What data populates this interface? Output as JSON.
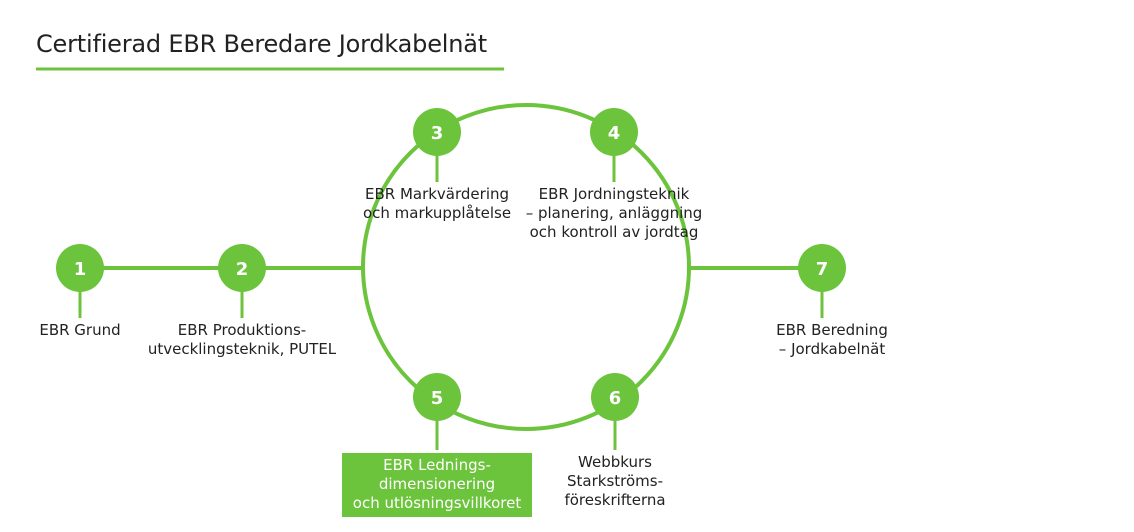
{
  "title": "Certifierad EBR Beredare Jordkabelnät",
  "colors": {
    "accent": "#6cc33c",
    "text": "#222222",
    "node_text": "#ffffff",
    "background": "#ffffff"
  },
  "steps": [
    {
      "number": "1",
      "lines": [
        "EBR Grund"
      ]
    },
    {
      "number": "2",
      "lines": [
        "EBR Produktions-",
        "utvecklingsteknik, PUTEL"
      ]
    },
    {
      "number": "3",
      "lines": [
        "EBR Markvärdering",
        "och markupplåtelse"
      ]
    },
    {
      "number": "4",
      "lines": [
        "EBR Jordningsteknik",
        "– planering, anläggning",
        "och kontroll av jordtag"
      ]
    },
    {
      "number": "5",
      "lines": [
        "EBR Lednings-",
        "dimensionering",
        "och utlösningsvillkoret"
      ],
      "highlighted": true
    },
    {
      "number": "6",
      "lines": [
        "Webbkurs",
        "Starkströms-",
        "föreskrifterna"
      ]
    },
    {
      "number": "7",
      "lines": [
        "EBR Beredning",
        "– Jordkabelnät"
      ]
    }
  ]
}
